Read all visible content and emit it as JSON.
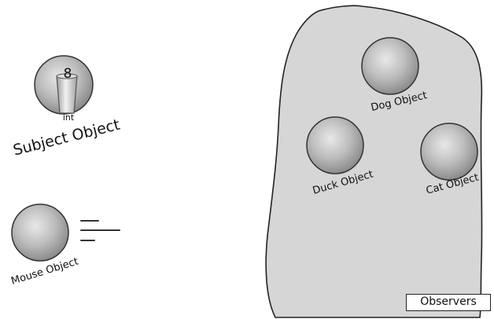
{
  "subject": {
    "value": "8",
    "type_label": "int",
    "label": "Subject Object"
  },
  "mouse": {
    "label": "Mouse Object"
  },
  "observers_group": {
    "box_label": "Observers",
    "objects": [
      {
        "label": "Dog Object"
      },
      {
        "label": "Duck Object"
      },
      {
        "label": "Cat Object"
      }
    ]
  }
}
